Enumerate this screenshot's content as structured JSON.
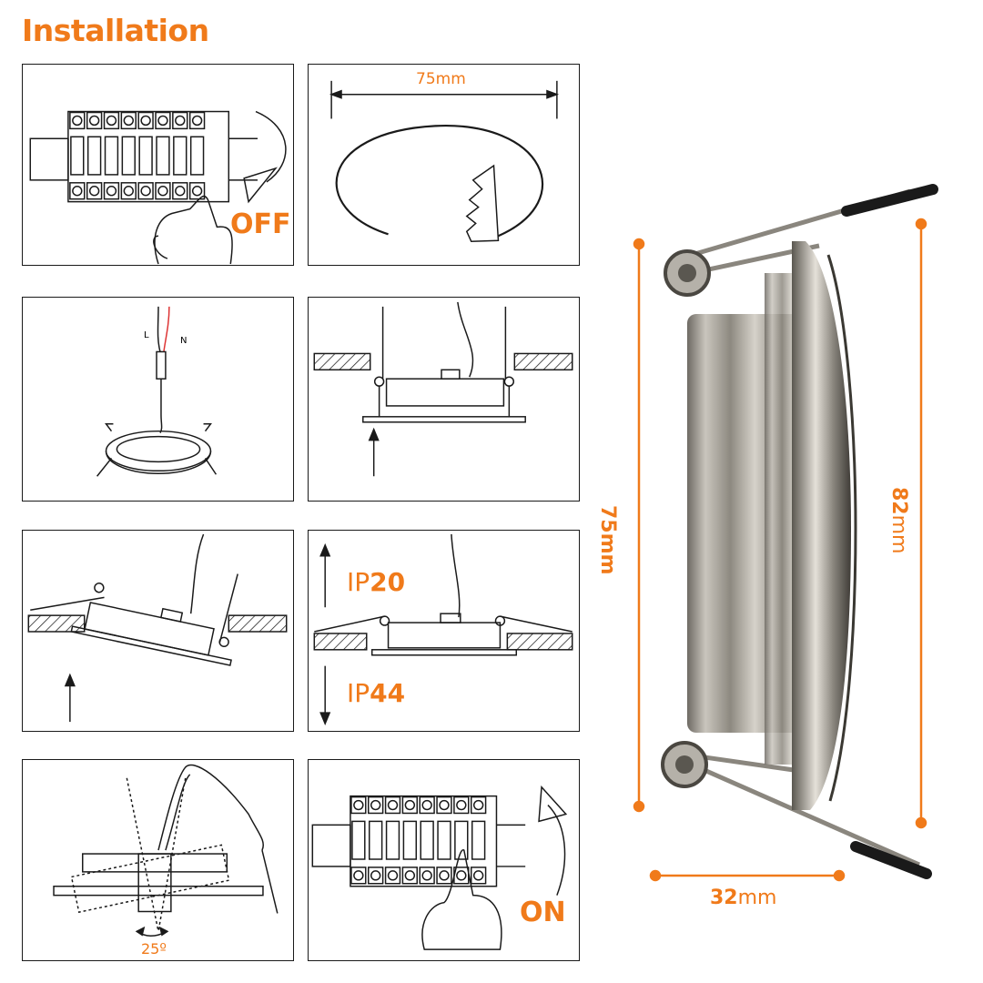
{
  "title": "Installation",
  "colors": {
    "accent": "#f07a1a",
    "line": "#1a1a1a",
    "metal": "#9a968f"
  },
  "panels": {
    "p1": {
      "label": "OFF",
      "icon": "switch-off-icon"
    },
    "p2": {
      "dimension": "75mm"
    },
    "p3": {
      "wire_l": "L",
      "wire_n": "N"
    },
    "p6": {
      "ip_top_prefix": "IP",
      "ip_top_value": "20",
      "ip_bottom_prefix": "IP",
      "ip_bottom_value": "44"
    },
    "p7": {
      "angle": "25º"
    },
    "p8": {
      "label": "ON",
      "icon": "switch-on-icon"
    }
  },
  "photo_dims": {
    "height_left": "75mm",
    "height_right_value": "82",
    "height_right_unit": "mm",
    "depth_value": "32",
    "depth_unit": "mm"
  }
}
